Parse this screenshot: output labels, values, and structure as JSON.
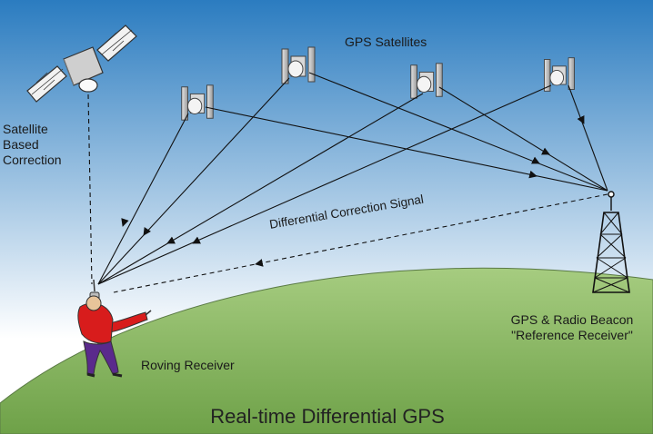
{
  "labels": {
    "gps_satellites": "GPS Satellites",
    "satellite_based_correction": [
      "Satellite",
      "Based",
      "Correction"
    ],
    "differential_correction_signal": "Differential Correction Signal",
    "gps_radio_beacon": "GPS & Radio Beacon",
    "reference_receiver": "\"Reference Receiver\"",
    "roving_receiver": "Roving Receiver",
    "title": "Real-time Differential GPS"
  },
  "colors": {
    "sky_top": "#2b7cc0",
    "sky_bottom": "#ffffff",
    "ground_top": "#a6cc80",
    "ground_bottom": "#6ea148",
    "shirt": "#d81c1c",
    "pants": "#5a2a8c",
    "line": "#111111"
  }
}
